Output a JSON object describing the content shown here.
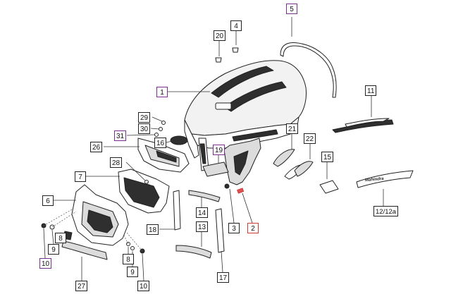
{
  "callouts": [
    {
      "id": "c1",
      "label": "1",
      "style": "purple"
    },
    {
      "id": "c2",
      "label": "2",
      "style": "red"
    },
    {
      "id": "c3",
      "label": "3",
      "style": "normal"
    },
    {
      "id": "c4",
      "label": "4",
      "style": "normal"
    },
    {
      "id": "c5",
      "label": "5",
      "style": "purple"
    },
    {
      "id": "c6",
      "label": "6",
      "style": "normal"
    },
    {
      "id": "c7",
      "label": "7",
      "style": "normal"
    },
    {
      "id": "c8a",
      "label": "8",
      "style": "normal"
    },
    {
      "id": "c8b",
      "label": "8",
      "style": "normal"
    },
    {
      "id": "c9a",
      "label": "9",
      "style": "normal"
    },
    {
      "id": "c9b",
      "label": "9",
      "style": "normal"
    },
    {
      "id": "c10a",
      "label": "10",
      "style": "purple"
    },
    {
      "id": "c10b",
      "label": "10",
      "style": "normal"
    },
    {
      "id": "c11",
      "label": "11",
      "style": "normal"
    },
    {
      "id": "c12",
      "label": "12/12a",
      "style": "normal"
    },
    {
      "id": "c13",
      "label": "13",
      "style": "normal"
    },
    {
      "id": "c14",
      "label": "14",
      "style": "normal"
    },
    {
      "id": "c15",
      "label": "15",
      "style": "normal"
    },
    {
      "id": "c16",
      "label": "16",
      "style": "normal"
    },
    {
      "id": "c17",
      "label": "17",
      "style": "normal"
    },
    {
      "id": "c18",
      "label": "18",
      "style": "normal"
    },
    {
      "id": "c19",
      "label": "19",
      "style": "purple"
    },
    {
      "id": "c20",
      "label": "20",
      "style": "normal"
    },
    {
      "id": "c21",
      "label": "21",
      "style": "normal"
    },
    {
      "id": "c22",
      "label": "22",
      "style": "normal"
    },
    {
      "id": "c26",
      "label": "26",
      "style": "normal"
    },
    {
      "id": "c27",
      "label": "27",
      "style": "normal"
    },
    {
      "id": "c28",
      "label": "28",
      "style": "normal"
    },
    {
      "id": "c29",
      "label": "29",
      "style": "normal"
    },
    {
      "id": "c30",
      "label": "30",
      "style": "normal"
    },
    {
      "id": "c31",
      "label": "31",
      "style": "purple"
    }
  ],
  "decal_text": "Mahindra",
  "colors": {
    "outline": "#222222",
    "purple_border": "#7a2f8f",
    "red_border": "#d23a3a"
  }
}
